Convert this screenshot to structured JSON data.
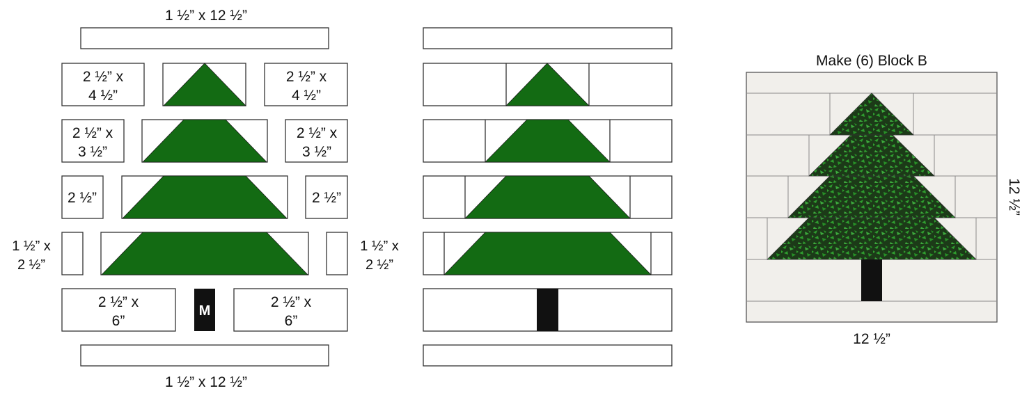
{
  "colors": {
    "background": "#FFFFFF",
    "tree_green": "#136B13",
    "trunk": "#111111",
    "block_background": "#F1EFEB",
    "print_dark": "#1C3A18",
    "print_light": "#2F9E2F"
  },
  "pieces": {
    "strip_top_label": "1 ½” x 12 ½”",
    "strip_bottom_label": "1 ½” x 12 ½”",
    "row1_side": [
      "2 ½” x",
      "4 ½”"
    ],
    "row2_side": [
      "2 ½” x",
      "3 ½”"
    ],
    "row3_side": [
      "2 ½”"
    ],
    "row4_side": [
      "1 ½” x",
      "2 ½”"
    ],
    "row5_side": [
      "2 ½” x",
      "6”"
    ],
    "trunk_label": "M"
  },
  "finished_block": {
    "title": "Make (6) Block B",
    "width_label": "12 ½”",
    "height_label": "12 ½”"
  }
}
